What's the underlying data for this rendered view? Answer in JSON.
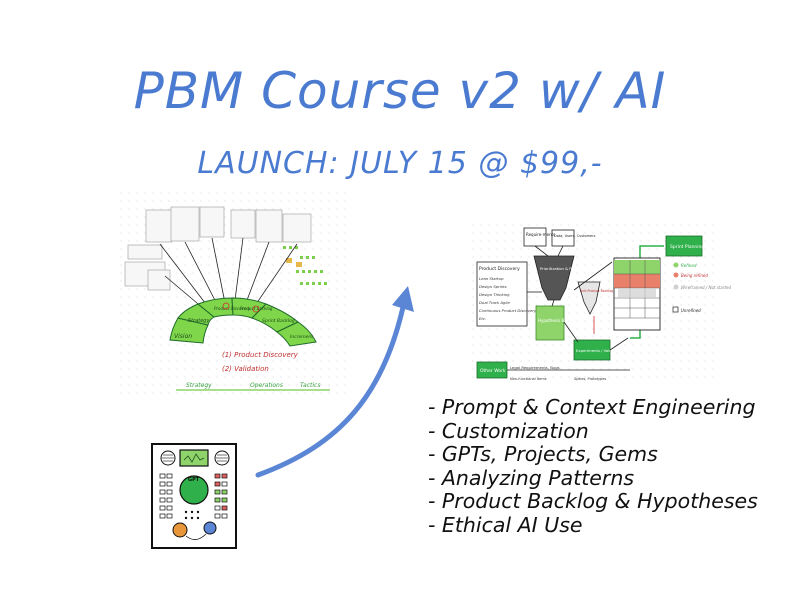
{
  "header": {
    "title": "PBM Course v2 w/ AI",
    "launch": "LAUNCH: JULY 15 @ $99,-"
  },
  "bullets": [
    "- Prompt & Context Engineering",
    "- Customization",
    "- GPTs, Projects, Gems",
    "- Analyzing Patterns",
    "- Product Backlog & Hypotheses",
    "- Ethical AI Use"
  ],
  "left_diagram": {
    "segments": [
      "Vision",
      "Strategy",
      "Product Discovery",
      "Product Backlog",
      "Sprint Backlog",
      "Increment"
    ],
    "legend": [
      "(1) Product Discovery",
      "(2) Validation"
    ],
    "bottom_labels": [
      "Strategy",
      "Operations",
      "Tactics"
    ]
  },
  "right_diagram": {
    "top_boxes": [
      "Require-ments",
      "Data, Users, Customers"
    ],
    "list_title": "Product Discovery",
    "list_items": [
      "Lean Startup",
      "Design Sprints",
      "Design Thinking",
      "Dual Track Agile",
      "Continuous Product Discovery",
      "Etc."
    ],
    "funnel_label": "Prioritization & Product Vision",
    "hypotheses": "Hypothesis Backlog",
    "anti_backlog": "Anti-Product Backlog",
    "experiments": "Experiments / Validation",
    "other_work": "Other Work",
    "note_1": "Legal Requirements, Bugs",
    "note_2": "Non-functional Items",
    "note_3": "Spikes, Prototypes",
    "sprint": "Sprint Planning",
    "states": [
      "Refined",
      "Being refined",
      "Wireframed / Not started",
      "Unrefined"
    ]
  },
  "device": {
    "screen_label": "GPT"
  },
  "colors": {
    "title_blue": "#4a7bd0",
    "arrow_blue": "#5b86d6",
    "green": "#2fb04a",
    "light_green": "#8ed46a"
  }
}
